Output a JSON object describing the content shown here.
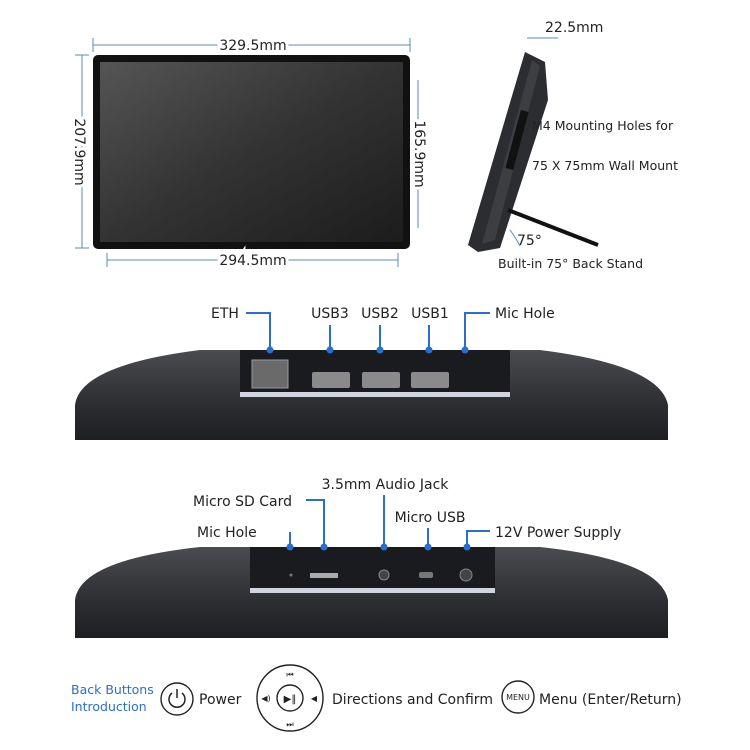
{
  "front_view": {
    "width_outer": "329.5mm",
    "height_outer": "207.9mm",
    "height_inner": "165.9mm",
    "width_inner": "294.5mm"
  },
  "side_view": {
    "depth": "22.5mm",
    "mount_line1": "M4 Mounting Holes for",
    "mount_line2": "75 X 75mm Wall Mount",
    "angle": "75°",
    "stand": "Built-in 75° Back Stand"
  },
  "top_ports": [
    "ETH",
    "USB3",
    "USB2",
    "USB1",
    "Mic Hole"
  ],
  "bottom_ports": {
    "sd": "Micro SD Card",
    "mic": "Mic Hole",
    "audio": "3.5mm Audio Jack",
    "usb": "Micro USB",
    "power": "12V Power Supply"
  },
  "buttons": {
    "title_line1": "Back Buttons",
    "title_line2": "Introduction",
    "power": "Power",
    "directions": "Directions and Confirm",
    "menu_icon": "MENU",
    "menu": "Menu (Enter/Return)"
  },
  "colors": {
    "accent": "#2a6fc9",
    "device": "#2b2d31"
  }
}
